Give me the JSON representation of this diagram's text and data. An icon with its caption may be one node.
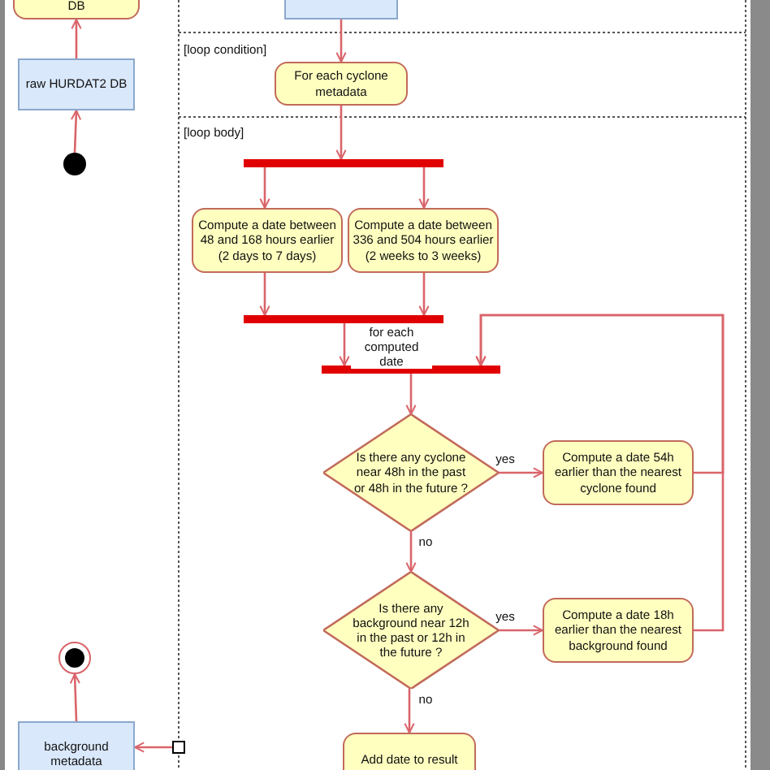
{
  "diagram": {
    "nodes": [
      {
        "text": [
          "DB"
        ]
      },
      {
        "text": [],
        "shape": "box"
      },
      {
        "text": [
          "raw HURDAT2 DB"
        ]
      },
      {
        "text": [
          "For each cyclone metadata"
        ]
      },
      {
        "text": [],
        "shape": "circle"
      },
      {
        "text": [],
        "shape": "bar"
      },
      {
        "text": [
          "Compute a date between 48 and 168 hours earlier (2 days to 7 days)"
        ]
      },
      {
        "text": [
          "Compute a date between 336 and 504 hours earlier (2 weeks to 3 weeks)"
        ]
      },
      {
        "text": [],
        "shape": "bar"
      },
      {
        "text": [],
        "shape": "bar"
      },
      {
        "text": [
          "Is there any cyclone near 48h in the past or 48h in the future ?"
        ]
      },
      {
        "text": [
          "Compute a date 54h earlier than the nearest cyclone found"
        ]
      },
      {
        "text": [
          "Is there any background near 12h in the past or 12h in the future ?"
        ]
      },
      {
        "text": [
          "Compute a date 18h earlier than the nearest background found"
        ]
      },
      {
        "text": [],
        "shape": "circle"
      },
      {
        "text": [],
        "shape": "box"
      },
      {
        "text": [
          "background metadata"
        ]
      },
      {
        "text": [
          "Add date to result"
        ]
      }
    ],
    "edges": [
      {
        "from": 2,
        "to": 0,
        "arrow": "to"
      },
      {
        "from": 4,
        "to": 2,
        "arrow": "to"
      },
      {
        "from": 1,
        "to": 3,
        "arrow": "to"
      },
      {
        "from": 3,
        "to": 5,
        "arrow": "to"
      },
      {
        "from": 5,
        "to": 6,
        "arrow": "to"
      },
      {
        "from": 5,
        "to": 7,
        "arrow": "to"
      },
      {
        "from": 6,
        "to": 8,
        "arrow": "to"
      },
      {
        "from": 7,
        "to": 8,
        "arrow": "to"
      },
      {
        "from": 8,
        "to": 9,
        "arrow": "to",
        "label": "for each computed date"
      },
      {
        "from": 9,
        "to": 10,
        "arrow": "to"
      },
      {
        "from": 10,
        "to": 11,
        "arrow": "to",
        "label": "yes"
      },
      {
        "from": 10,
        "to": 12,
        "arrow": "to",
        "label": "no"
      },
      {
        "from": 12,
        "to": 13,
        "arrow": "to",
        "label": "yes"
      },
      {
        "from": 12,
        "to": 17,
        "arrow": "to",
        "label": "no"
      },
      {
        "from": 11,
        "to": 9,
        "arrow": "to"
      },
      {
        "from": 13,
        "to": 9,
        "arrow": "to"
      },
      {
        "from": 16,
        "to": 14,
        "arrow": "to"
      },
      {
        "from": 15,
        "to": 16,
        "arrow": "to"
      }
    ],
    "labels": [
      "[loop condition]",
      "[loop body]"
    ]
  }
}
